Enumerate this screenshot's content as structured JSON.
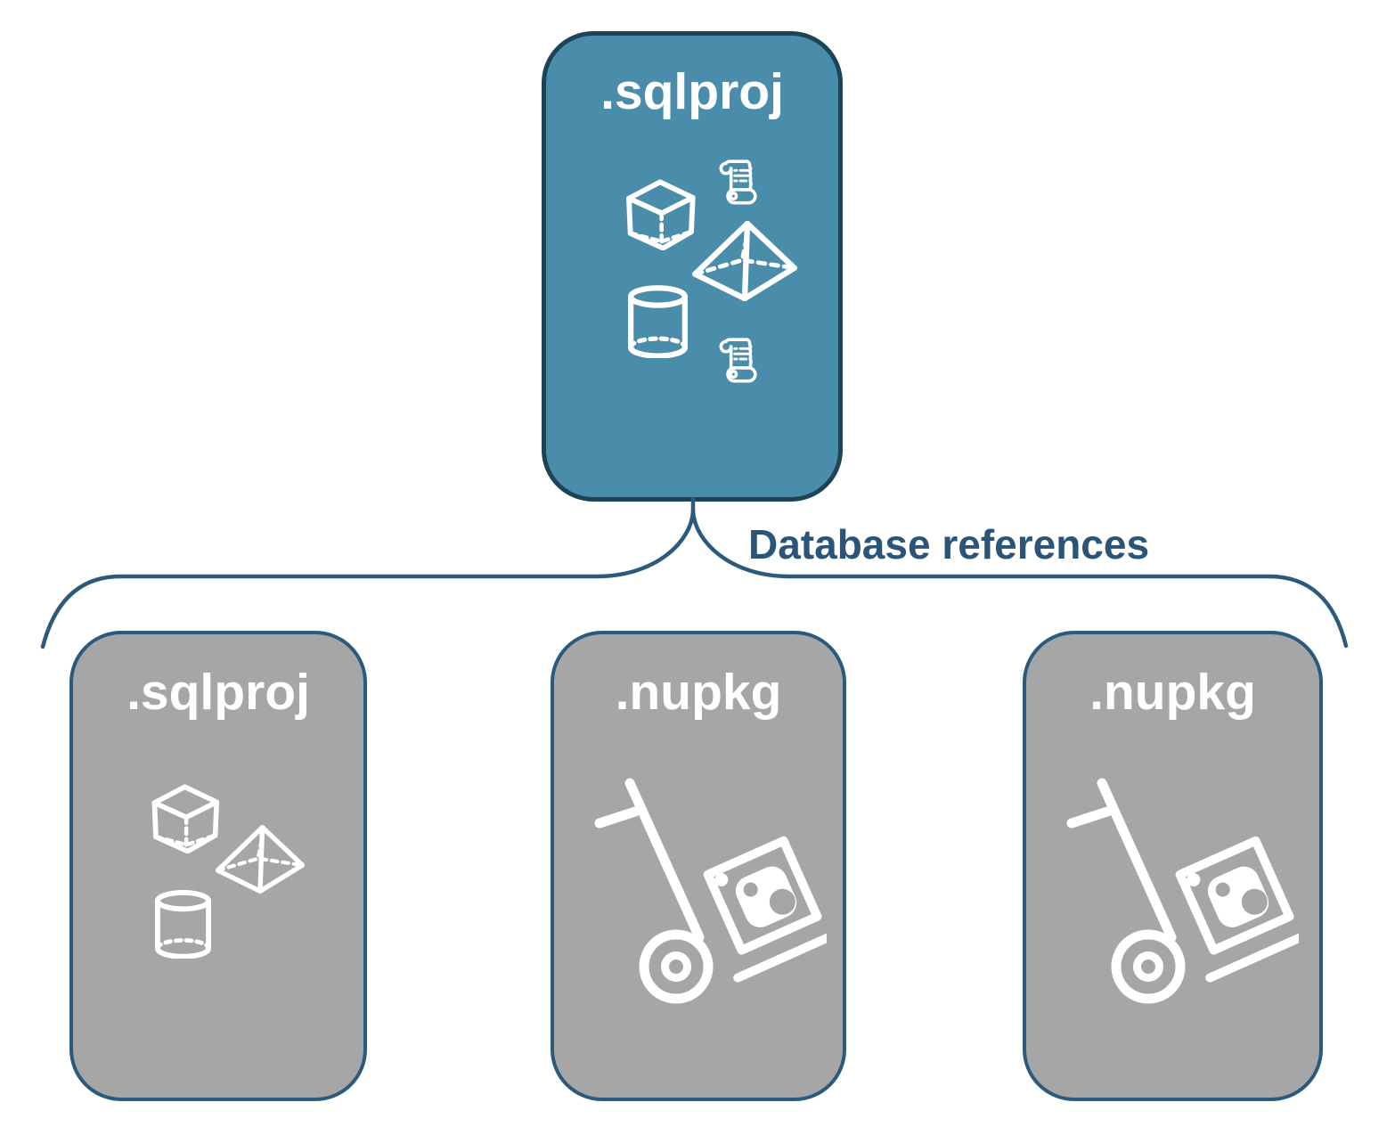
{
  "diagram": {
    "root_node": {
      "label": ".sqlproj",
      "type": "sql-project"
    },
    "edge_label": "Database references",
    "child_nodes": [
      {
        "label": ".sqlproj",
        "type": "sql-project"
      },
      {
        "label": ".nupkg",
        "type": "nuget-package"
      },
      {
        "label": ".nupkg",
        "type": "nuget-package"
      }
    ],
    "icons": {
      "root": [
        "cube-icon",
        "script-scroll-icon",
        "pyramid-icon",
        "cylinder-icon",
        "script-scroll-icon"
      ],
      "child_sqlproj": [
        "cube-icon",
        "pyramid-icon",
        "cylinder-icon"
      ],
      "child_nupkg": [
        "hand-truck-nuget-package-icon"
      ]
    },
    "colors": {
      "background": "#FFFFFF",
      "root_fill": "#4A8DAA",
      "root_border": "#1C4456",
      "child_fill": "#A6A6A6",
      "child_border": "#2B5A7C",
      "connector_line": "#2B5A7C",
      "edge_label_text": "#2B5578",
      "node_label_text": "#FFFFFF",
      "icon_stroke": "#FFFFFF"
    }
  }
}
